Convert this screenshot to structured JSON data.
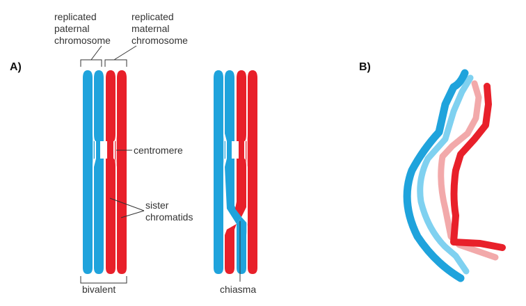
{
  "panels": {
    "a": "A)",
    "b": "B)"
  },
  "labels": {
    "paternal": [
      "replicated",
      "paternal",
      "chromosome"
    ],
    "maternal": [
      "replicated",
      "maternal",
      "chromosome"
    ],
    "centromere": "centromere",
    "sister": [
      "sister",
      "chromatids"
    ],
    "bivalent": "bivalent",
    "chiasma": "chiasma"
  },
  "colors": {
    "paternal": "#1fa3dc",
    "maternal": "#e8202a",
    "paternal_light": "#7fd1f0",
    "maternal_light": "#f2a9aa",
    "text": "#333333"
  }
}
